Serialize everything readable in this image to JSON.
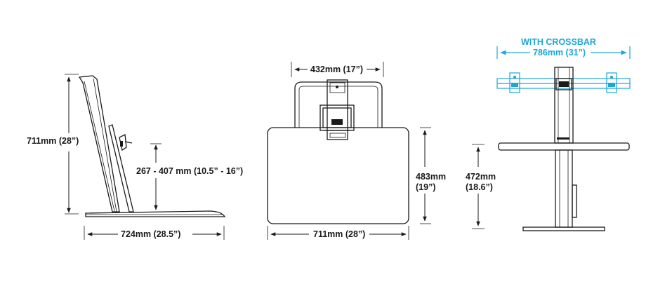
{
  "colors": {
    "line": "#1a1a1a",
    "accent": "#1ea7d6",
    "background": "#ffffff"
  },
  "side_view": {
    "height_label": "711mm (28”)",
    "range_label": "267 - 407 mm (10.5” - 16”)",
    "depth_label": "724mm (28.5”)"
  },
  "front_view": {
    "top_width_label": "432mm (17”)",
    "depth_label_line1": "483mm",
    "depth_label_line2": "(19”)",
    "width_label": "711mm (28”)"
  },
  "rear_view": {
    "crossbar_title": "WITH CROSSBAR",
    "crossbar_width_label": "786mm (31”)",
    "height_label_line1": "472mm",
    "height_label_line2": "(18.6”)"
  }
}
